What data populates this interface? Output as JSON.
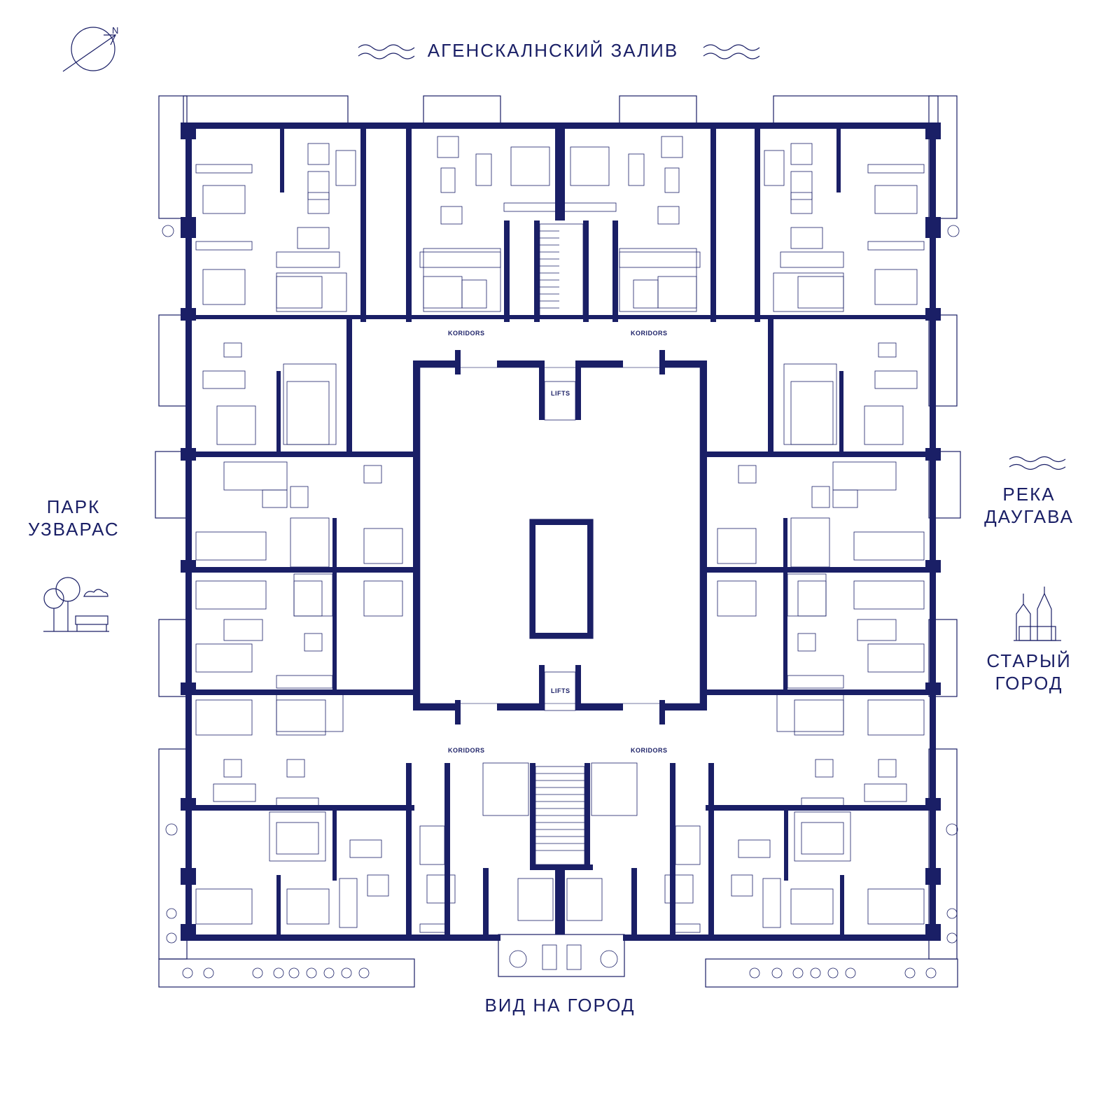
{
  "labels": {
    "top": "АГЕНСКАЛНСКИЙ ЗАЛИВ",
    "left_line1": "ПАРК",
    "left_line2": "УЗВАРАС",
    "right_top_line1": "РЕКА",
    "right_top_line2": "ДАУГАВА",
    "right_bottom_line1": "СТАРЫЙ",
    "right_bottom_line2": "ГОРОД",
    "bottom": "ВИД НА ГОРОД"
  },
  "plan": {
    "corridor_label": "KORIDORS",
    "lifts_label": "LIFTS"
  },
  "compass": {
    "north_letter": "N"
  },
  "colors": {
    "ink": "#1a1f66",
    "background": "#ffffff"
  }
}
